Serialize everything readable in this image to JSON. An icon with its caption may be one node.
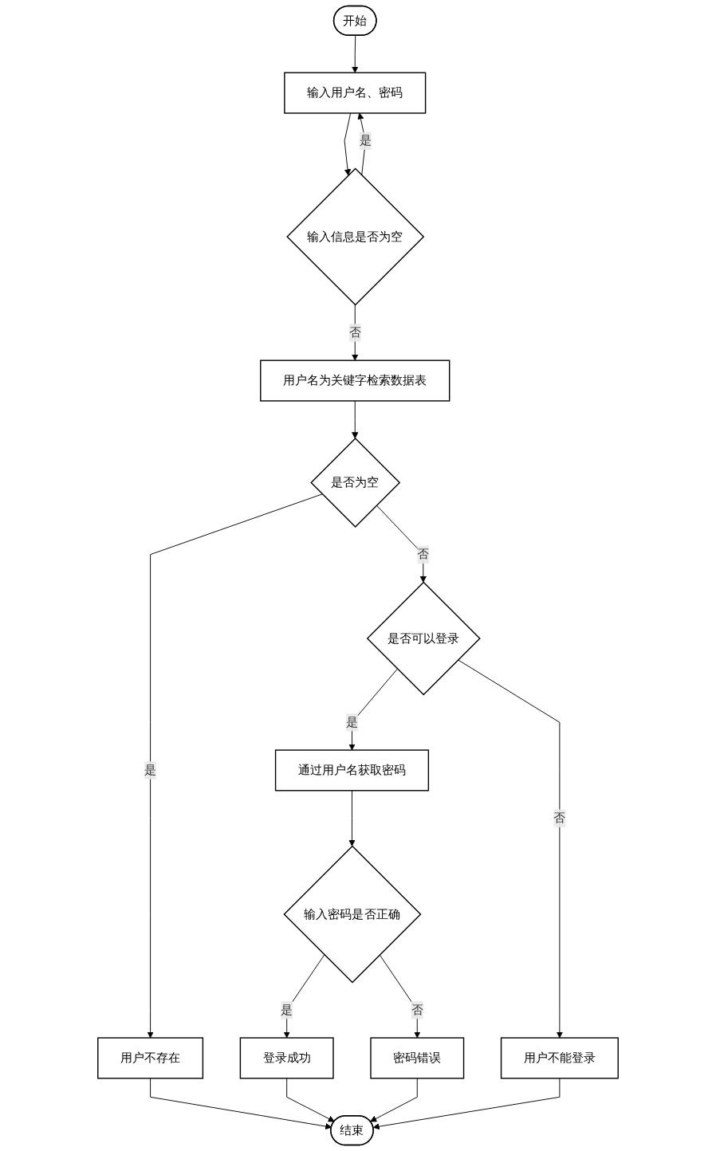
{
  "diagram": {
    "nodes": [
      {
        "text": [
          "开始"
        ]
      },
      {
        "text": [
          "输入用户名、密码"
        ]
      },
      {
        "text": [
          "输入信息是否为空"
        ]
      },
      {
        "text": [
          "用户名为关键字检索数据表"
        ]
      },
      {
        "text": [
          "是否为空"
        ]
      },
      {
        "text": [
          "用户不存在"
        ]
      },
      {
        "text": [
          "是否可以登录"
        ]
      },
      {
        "text": [
          "用户不能登录"
        ]
      },
      {
        "text": [
          "通过用户名获取密码"
        ]
      },
      {
        "text": [
          "输入密码是否正确"
        ]
      },
      {
        "text": [
          "登录成功"
        ]
      },
      {
        "text": [
          "密码错误"
        ]
      },
      {
        "text": [
          "结束"
        ]
      }
    ],
    "edges": [
      {
        "from": 0,
        "to": 1,
        "arrow": "to"
      },
      {
        "from": 1,
        "to": 2,
        "arrow": "to"
      },
      {
        "from": 2,
        "to": 1,
        "arrow": "to",
        "label": "是"
      },
      {
        "from": 2,
        "to": 3,
        "arrow": "to",
        "label": "否"
      },
      {
        "from": 3,
        "to": 4,
        "arrow": "to"
      },
      {
        "from": 4,
        "to": 5,
        "arrow": "to",
        "label": "是"
      },
      {
        "from": 4,
        "to": 6,
        "arrow": "to",
        "label": "否"
      },
      {
        "from": 6,
        "to": 8,
        "arrow": "to",
        "label": "是"
      },
      {
        "from": 6,
        "to": 7,
        "arrow": "to",
        "label": "否"
      },
      {
        "from": 8,
        "to": 9,
        "arrow": "to"
      },
      {
        "from": 9,
        "to": 10,
        "arrow": "to",
        "label": "是"
      },
      {
        "from": 9,
        "to": 11,
        "arrow": "to",
        "label": "否"
      },
      {
        "from": 5,
        "to": 12,
        "arrow": "to"
      },
      {
        "from": 10,
        "to": 12,
        "arrow": "to"
      },
      {
        "from": 11,
        "to": 12,
        "arrow": "to"
      },
      {
        "from": 7,
        "to": 12,
        "arrow": "to"
      }
    ]
  }
}
